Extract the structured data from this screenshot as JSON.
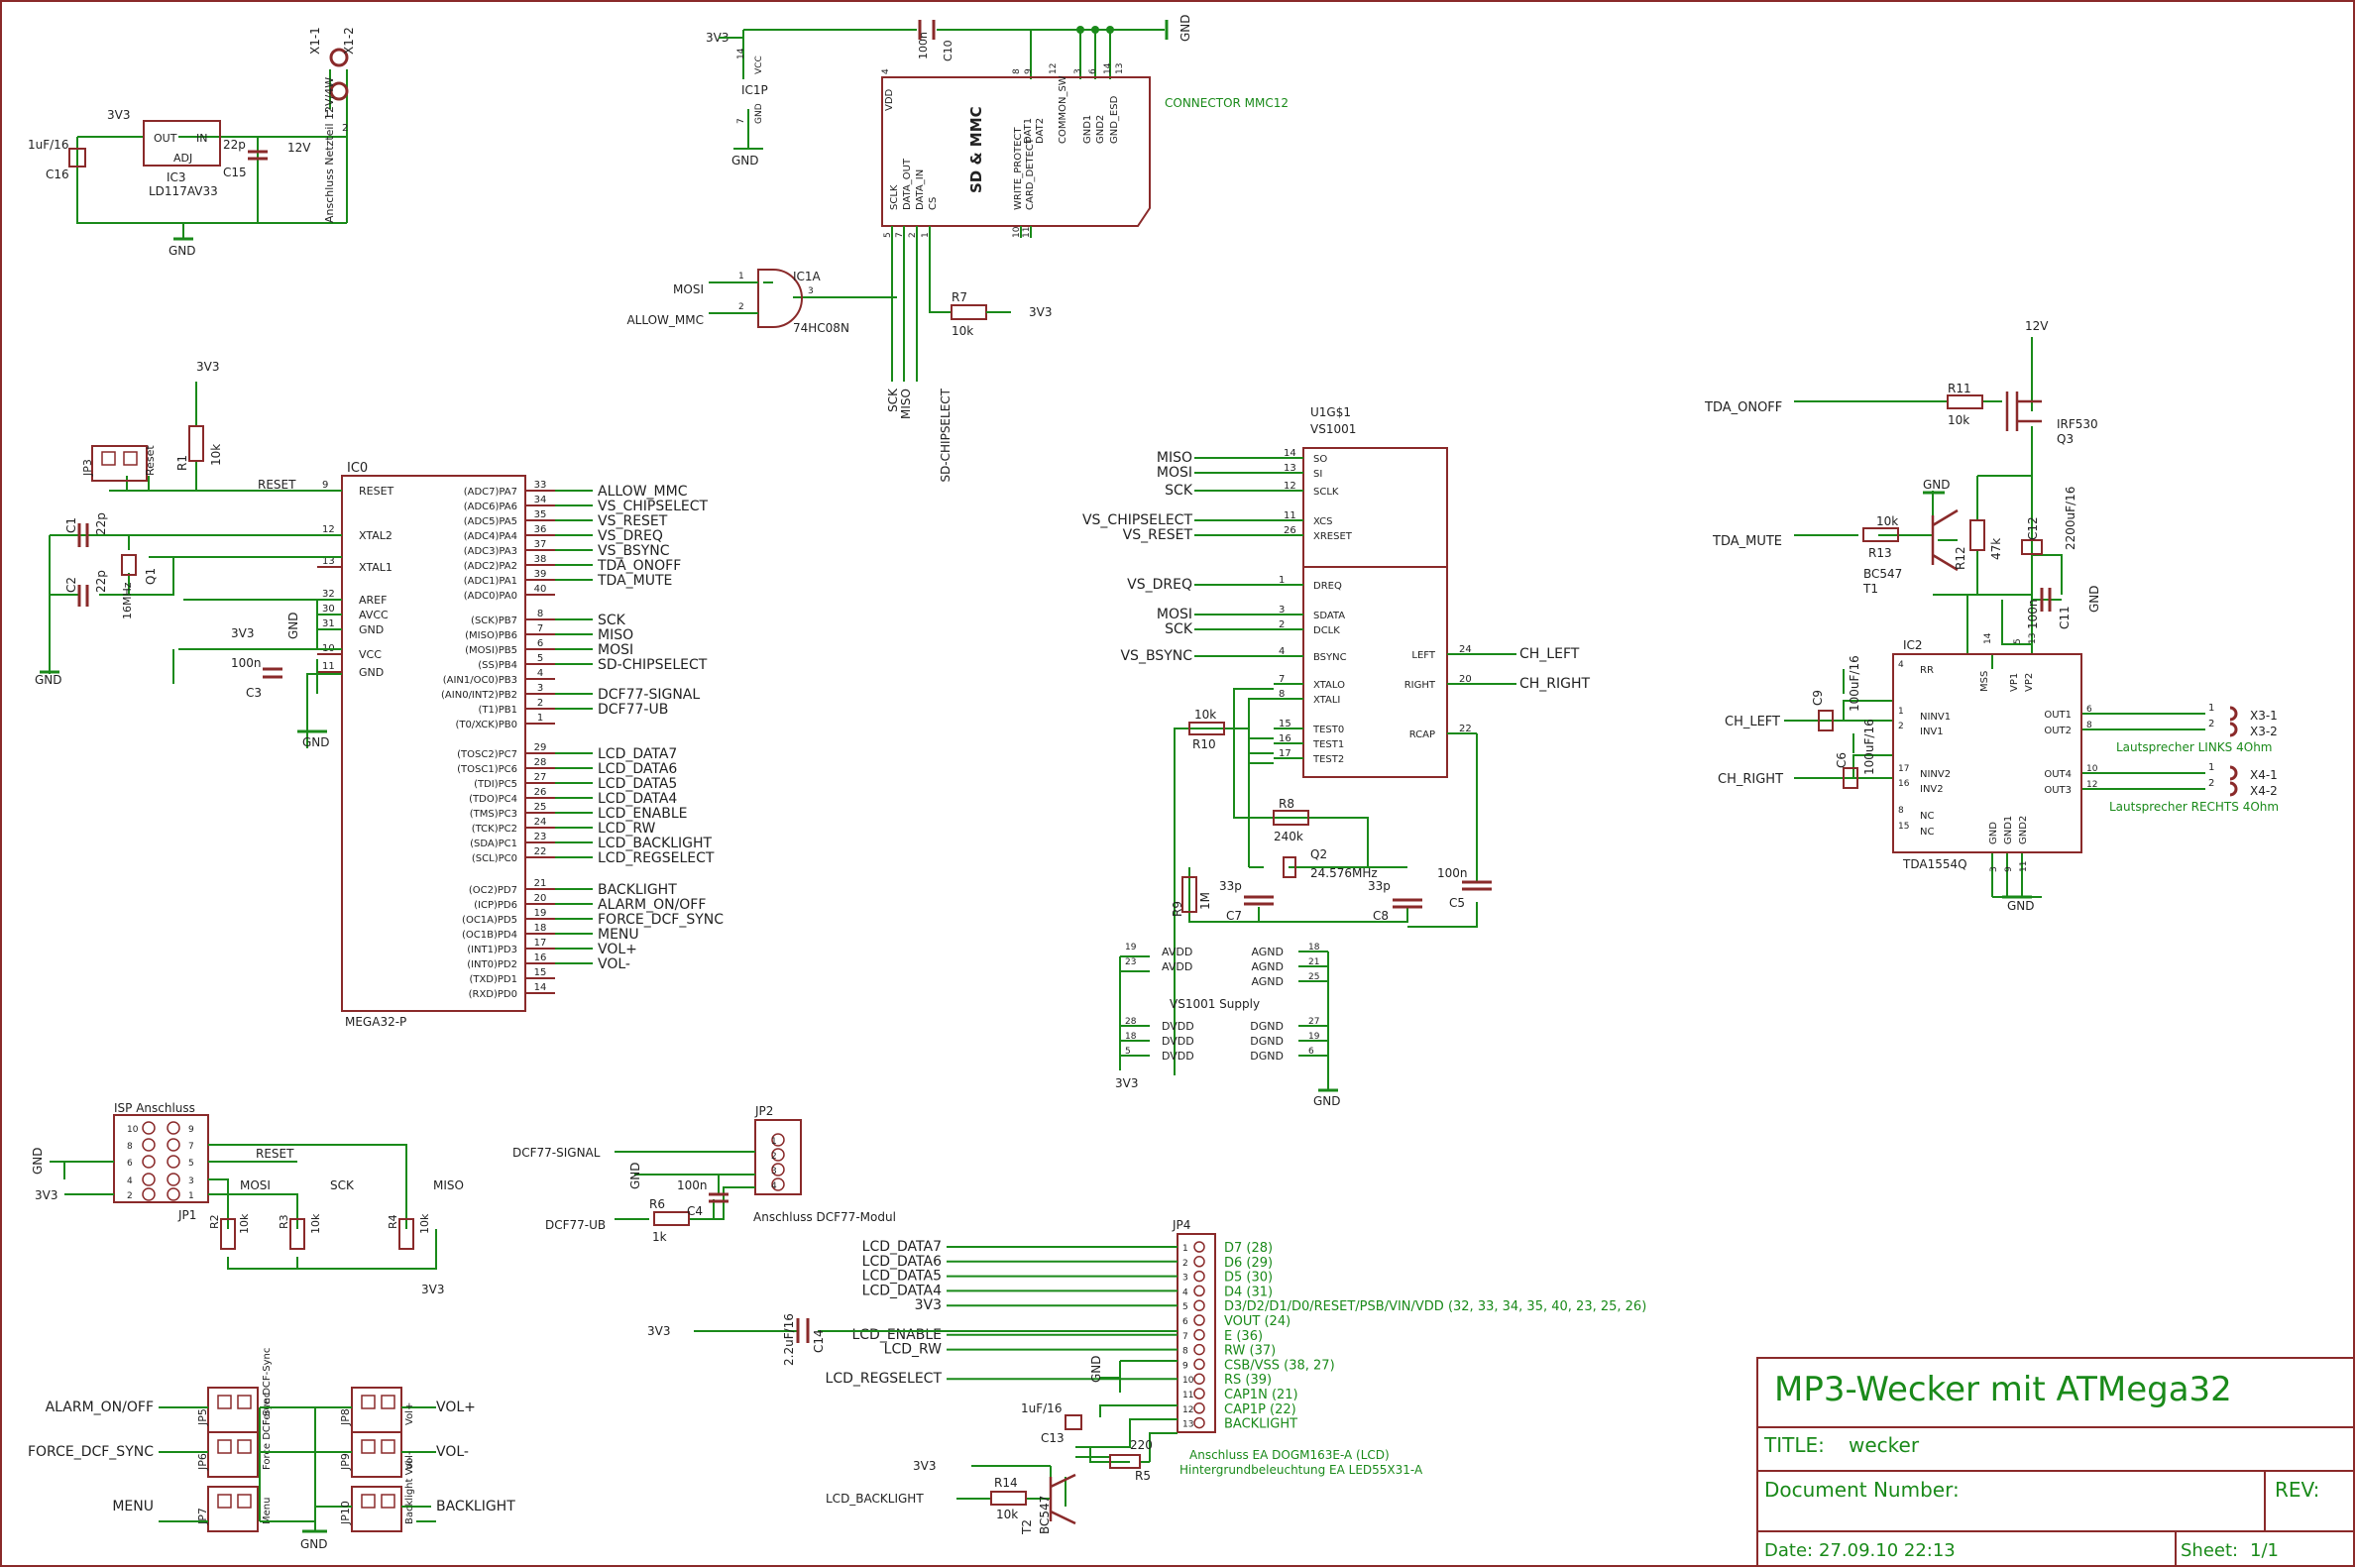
{
  "title_block": {
    "project_title": "MP3-Wecker mit ATMega32",
    "title_label": "TITLE:",
    "title_value": "wecker",
    "docnum_label": "Document Number:",
    "rev_label": "REV:",
    "date_label": "Date:",
    "date_value": "27.09.10 22:13",
    "sheet_label": "Sheet:",
    "sheet_value": "1/1"
  },
  "colors": {
    "wire": "#1a8a1a",
    "part": "#8a2a2a",
    "text": "#222222",
    "junction": "#1a8a1a"
  },
  "power": {
    "v3_top": "3V3",
    "gnd_top": "GND",
    "ic1p_name": "IC1P",
    "ic1p_vcc": "VCC",
    "ic1p_gnd": "GND",
    "ic1p_pin14": "14",
    "ic1p_pin7": "7",
    "ic1p_gnd_sym": "GND",
    "c10_name": "C10",
    "c10_val": "100n",
    "reg_3v3": "3V3",
    "reg_out": "OUT",
    "reg_in": "IN",
    "reg_adj": "ADJ",
    "reg_name": "IC3",
    "reg_part": "LD117AV33",
    "c16_val": "1uF/16",
    "c16_name": "C16",
    "c15_val": "22p",
    "c15_name": "C15",
    "v12": "12V",
    "reg_gnd": "GND",
    "x1_1": "X1-1",
    "x1_2": "X1-2",
    "x1_desc": "Anschluss Netzteil 12V/4W",
    "x1_pin1": "1",
    "x1_pin2": "2"
  },
  "mmc": {
    "name": "SD & MMC",
    "connector": "CONNECTOR MMC12",
    "pins_top": [
      "VDD",
      "DAT1",
      "DAT2",
      "COMMON_SW",
      "GND1",
      "GND2",
      "GND_ESD"
    ],
    "pins_top_nums": [
      "4",
      "8",
      "9",
      "12",
      "3",
      "6",
      "14",
      "13"
    ],
    "pins_left": [
      "SCLK",
      "DATA_OUT",
      "DATA_IN",
      "CS"
    ],
    "pins_bottom_nums": [
      "5",
      "7",
      "2",
      "1",
      "10",
      "11"
    ],
    "pins_mid": [
      "WRITE_PROTECT",
      "CARD_DETECT"
    ]
  },
  "gate": {
    "name": "IC1A",
    "part": "74HC08N",
    "in1": "MOSI",
    "in2": "ALLOW_MMC",
    "p1": "1",
    "p2": "2",
    "p3": "3"
  },
  "r7": {
    "name": "R7",
    "val": "10k",
    "net": "3V3"
  },
  "mmc_nets": [
    "SCK",
    "MISO",
    "SD-CHIPSELECT"
  ],
  "mcu": {
    "name": "IC0",
    "part": "MEGA32-P",
    "left_pins": [
      {
        "num": "9",
        "name": "RESET"
      },
      {
        "num": "12",
        "name": "XTAL2"
      },
      {
        "num": "13",
        "name": "XTAL1"
      },
      {
        "num": "32",
        "name": "AREF"
      },
      {
        "num": "30",
        "name": "AVCC"
      },
      {
        "num": "31",
        "name": "GND"
      },
      {
        "num": "10",
        "name": "VCC"
      },
      {
        "num": "11",
        "name": "GND"
      }
    ],
    "right_pins": [
      {
        "fn": "(ADC7)PA7",
        "num": "33",
        "net": "ALLOW_MMC"
      },
      {
        "fn": "(ADC6)PA6",
        "num": "34",
        "net": "VS_CHIPSELECT"
      },
      {
        "fn": "(ADC5)PA5",
        "num": "35",
        "net": "VS_RESET"
      },
      {
        "fn": "(ADC4)PA4",
        "num": "36",
        "net": "VS_DREQ"
      },
      {
        "fn": "(ADC3)PA3",
        "num": "37",
        "net": "VS_BSYNC"
      },
      {
        "fn": "(ADC2)PA2",
        "num": "38",
        "net": "TDA_ONOFF"
      },
      {
        "fn": "(ADC1)PA1",
        "num": "39",
        "net": "TDA_MUTE"
      },
      {
        "fn": "(ADC0)PA0",
        "num": "40",
        "net": ""
      },
      {
        "fn": "(SCK)PB7",
        "num": "8",
        "net": "SCK"
      },
      {
        "fn": "(MISO)PB6",
        "num": "7",
        "net": "MISO"
      },
      {
        "fn": "(MOSI)PB5",
        "num": "6",
        "net": "MOSI"
      },
      {
        "fn": "(SS)PB4",
        "num": "5",
        "net": "SD-CHIPSELECT"
      },
      {
        "fn": "(AIN1/OC0)PB3",
        "num": "4",
        "net": ""
      },
      {
        "fn": "(AIN0/INT2)PB2",
        "num": "3",
        "net": "DCF77-SIGNAL"
      },
      {
        "fn": "(T1)PB1",
        "num": "2",
        "net": "DCF77-UB"
      },
      {
        "fn": "(T0/XCK)PB0",
        "num": "1",
        "net": ""
      },
      {
        "fn": "(TOSC2)PC7",
        "num": "29",
        "net": "LCD_DATA7"
      },
      {
        "fn": "(TOSC1)PC6",
        "num": "28",
        "net": "LCD_DATA6"
      },
      {
        "fn": "(TDI)PC5",
        "num": "27",
        "net": "LCD_DATA5"
      },
      {
        "fn": "(TDO)PC4",
        "num": "26",
        "net": "LCD_DATA4"
      },
      {
        "fn": "(TMS)PC3",
        "num": "25",
        "net": "LCD_ENABLE"
      },
      {
        "fn": "(TCK)PC2",
        "num": "24",
        "net": "LCD_RW"
      },
      {
        "fn": "(SDA)PC1",
        "num": "23",
        "net": "LCD_BACKLIGHT"
      },
      {
        "fn": "(SCL)PC0",
        "num": "22",
        "net": "LCD_REGSELECT"
      },
      {
        "fn": "(OC2)PD7",
        "num": "21",
        "net": "BACKLIGHT"
      },
      {
        "fn": "(ICP)PD6",
        "num": "20",
        "net": "ALARM_ON/OFF"
      },
      {
        "fn": "(OC1A)PD5",
        "num": "19",
        "net": "FORCE_DCF_SYNC"
      },
      {
        "fn": "(OC1B)PD4",
        "num": "18",
        "net": "MENU"
      },
      {
        "fn": "(INT1)PD3",
        "num": "17",
        "net": "VOL+"
      },
      {
        "fn": "(INT0)PD2",
        "num": "16",
        "net": "VOL-"
      },
      {
        "fn": "(TXD)PD1",
        "num": "15",
        "net": ""
      },
      {
        "fn": "(RXD)PD0",
        "num": "14",
        "net": ""
      }
    ],
    "reset_net": "RESET",
    "v3": "3V3",
    "gnd1": "GND",
    "gnd2": "GND",
    "gnd3": "GND",
    "jp3": "JP3",
    "jp3_desc": "Reset",
    "r1": "R1",
    "r1_val": "10k",
    "r1_v": "3V3",
    "c1": "C1",
    "c1_val": "22p",
    "c2": "C2",
    "c2_val": "22p",
    "q1": "Q1",
    "q1_val": "16MHz",
    "c3": "C3",
    "c3_val": "100n"
  },
  "vs1001": {
    "name": "U1G$1",
    "part": "VS1001",
    "left_top": [
      {
        "net": "MISO",
        "num": "14",
        "pin": "SO"
      },
      {
        "net": "MOSI",
        "num": "13",
        "pin": "SI"
      },
      {
        "net": "SCK",
        "num": "12",
        "pin": "SCLK"
      },
      {
        "net": "VS_CHIPSELECT",
        "num": "11",
        "pin": "XCS"
      },
      {
        "net": "VS_RESET",
        "num": "26",
        "pin": "XRESET"
      }
    ],
    "left_bot": [
      {
        "net": "VS_DREQ",
        "num": "1",
        "pin": "DREQ"
      },
      {
        "net": "MOSI",
        "num": "3",
        "pin": "SDATA"
      },
      {
        "net": "SCK",
        "num": "2",
        "pin": "DCLK"
      },
      {
        "net": "VS_BSYNC",
        "num": "4",
        "pin": "BSYNC"
      },
      {
        "net": "",
        "num": "7",
        "pin": "XTALO"
      },
      {
        "net": "",
        "num": "8",
        "pin": "XTALI"
      },
      {
        "net": "",
        "num": "15",
        "pin": "TEST0"
      },
      {
        "net": "",
        "num": "16",
        "pin": "TEST1"
      },
      {
        "net": "",
        "num": "17",
        "pin": "TEST2"
      }
    ],
    "right": [
      {
        "pin": "LEFT",
        "num": "24",
        "net": "CH_LEFT"
      },
      {
        "pin": "RIGHT",
        "num": "20",
        "net": "CH_RIGHT"
      },
      {
        "pin": "RCAP",
        "num": "22",
        "net": ""
      }
    ],
    "r10": "R10",
    "r10_val": "10k",
    "r8": "R8",
    "r8_val": "240k",
    "r9": "R9",
    "r9_val": "1M",
    "q2": "Q2",
    "q2_val": "24.576MHz",
    "c7": "C7",
    "c7_val": "33p",
    "c8": "C8",
    "c8_val": "33p",
    "c5": "C5",
    "c5_val": "100n",
    "supply_title": "VS1001 Supply",
    "supply_left": [
      {
        "num": "19",
        "name": "AVDD"
      },
      {
        "num": "23",
        "name": "AVDD"
      },
      {
        "num": "28",
        "name": "DVDD"
      },
      {
        "num": "18",
        "name": "DVDD"
      },
      {
        "num": "5",
        "name": "DVDD"
      }
    ],
    "supply_right": [
      {
        "num": "18",
        "name": "AGND"
      },
      {
        "num": "21",
        "name": "AGND"
      },
      {
        "num": "25",
        "name": "AGND"
      },
      {
        "num": "27",
        "name": "DGND"
      },
      {
        "num": "19",
        "name": "DGND"
      },
      {
        "num": "6",
        "name": "DGND"
      }
    ],
    "supply_v": "3V3",
    "supply_gnd": "GND"
  },
  "amp": {
    "v12": "12V",
    "tda_onoff": "TDA_ONOFF",
    "r11": "R11",
    "r11_val": "10k",
    "q3": "IRF530",
    "q3_name": "Q3",
    "gnd_t1": "GND",
    "tda_mute": "TDA_MUTE",
    "r13_val": "10k",
    "r13": "R13",
    "t1_part": "BC547",
    "t1": "T1",
    "r12": "R12",
    "r12_val": "47k",
    "c12": "C12",
    "c12_val": "2200uF/16",
    "c11": "C11",
    "c11_val": "100n",
    "c11_gnd": "GND",
    "ic2": "IC2",
    "ic2_part": "TDA1554Q",
    "left_pins": [
      {
        "num": "4",
        "name": "RR"
      },
      {
        "num": "1",
        "name": "NINV1"
      },
      {
        "num": "2",
        "name": "INV1"
      },
      {
        "num": "17",
        "name": "NINV2"
      },
      {
        "num": "16",
        "name": "INV2"
      },
      {
        "num": "8",
        "name": "NC"
      },
      {
        "num": "15",
        "name": "NC"
      }
    ],
    "top_pins": [
      {
        "num": "14",
        "name": "MSS"
      },
      {
        "num": "5",
        "name": "VP1"
      },
      {
        "num": "13",
        "name": "VP2"
      }
    ],
    "right_pins": [
      {
        "num": "6",
        "name": "OUT1"
      },
      {
        "num": "8",
        "name": "OUT2"
      },
      {
        "num": "10",
        "name": "OUT4"
      },
      {
        "num": "12",
        "name": "OUT3"
      }
    ],
    "bottom_pins": [
      "GND",
      "GND1",
      "GND2"
    ],
    "bottom_nums": [
      "3",
      "9",
      "11"
    ],
    "ch_left": "CH_LEFT",
    "c9": "C9",
    "c9_val": "100uF/16",
    "ch_right": "CH_RIGHT",
    "c6": "C6",
    "c6_val": "100uF/16",
    "x3_1": "X3-1",
    "x3_2": "X3-2",
    "x3_desc": "Lautsprecher LINKS 4Ohm",
    "x4_1": "X4-1",
    "x4_2": "X4-2",
    "x4_desc": "Lautsprecher RECHTS 4Ohm",
    "amp_gnd": "GND",
    "p1": "1",
    "p2": "2"
  },
  "isp": {
    "title": "ISP Anschluss",
    "name": "JP1",
    "gnd": "GND",
    "v3": "3V3",
    "pins_left": [
      "10",
      "8",
      "6",
      "4",
      "2"
    ],
    "pins_right": [
      "9",
      "7",
      "5",
      "3",
      "1"
    ],
    "reset": "RESET",
    "mosi": "MOSI",
    "sck": "SCK",
    "miso": "MISO",
    "r2": "R2",
    "r3": "R3",
    "r4": "R4",
    "rval": "10k",
    "bottom_v": "3V3"
  },
  "dcf": {
    "signal": "DCF77-SIGNAL",
    "ub": "DCF77-UB",
    "gnd": "GND",
    "name": "JP2",
    "desc": "Anschluss DCF77-Modul",
    "c4": "C4",
    "c4_val": "100n",
    "r6": "R6",
    "r6_val": "1k",
    "pins": [
      "1",
      "2",
      "3",
      "4"
    ]
  },
  "lcd": {
    "name": "JP4",
    "left_nets": [
      "LCD_DATA7",
      "LCD_DATA6",
      "LCD_DATA5",
      "LCD_DATA4",
      "3V3",
      "",
      "LCD_ENABLE",
      "LCD_RW",
      "",
      "LCD_REGSELECT"
    ],
    "pins": [
      "D7 (28)",
      "D6 (29)",
      "D5 (30)",
      "D4 (31)",
      "D3/D2/D1/D0/RESET/PSB/VIN/VDD (32, 33, 34, 35, 40, 23, 25, 26)",
      "VOUT (24)",
      "E (36)",
      "RW (37)",
      "CSB/VSS (38, 27)",
      "RS (39)",
      "CAP1N (21)",
      "CAP1P (22)",
      "BACKLIGHT"
    ],
    "desc1": "Anschluss EA DOGM163E-A (LCD)",
    "desc2": "Hintergrundbeleuchtung EA LED55X31-A",
    "v3": "3V3",
    "c14": "C14",
    "c14_val": "2.2uF/16",
    "gnd": "GND",
    "c13": "C13",
    "c13_val": "1uF/16",
    "r5": "R5",
    "r5_val": "220",
    "v3_b": "3V3",
    "backlight_net": "LCD_BACKLIGHT",
    "r14": "R14",
    "r14_val": "10k",
    "t2": "T2",
    "t2_part": "BC547"
  },
  "buttons": {
    "left": [
      {
        "net": "ALARM_ON/OFF",
        "name": "JP5",
        "desc": "Force DCF-Sync"
      },
      {
        "net": "FORCE_DCF_SYNC",
        "name": "JP6",
        "desc": "Force DCF-Sync"
      },
      {
        "net": "MENU",
        "name": "JP7",
        "desc": "Menu"
      }
    ],
    "right": [
      {
        "net": "VOL+",
        "name": "JP8",
        "desc": "Vol+"
      },
      {
        "net": "VOL-",
        "name": "JP9",
        "desc": "Vol-"
      },
      {
        "net": "BACKLIGHT",
        "name": "JP10",
        "desc": "Backlight Vol-"
      }
    ],
    "gnd": "GND"
  }
}
